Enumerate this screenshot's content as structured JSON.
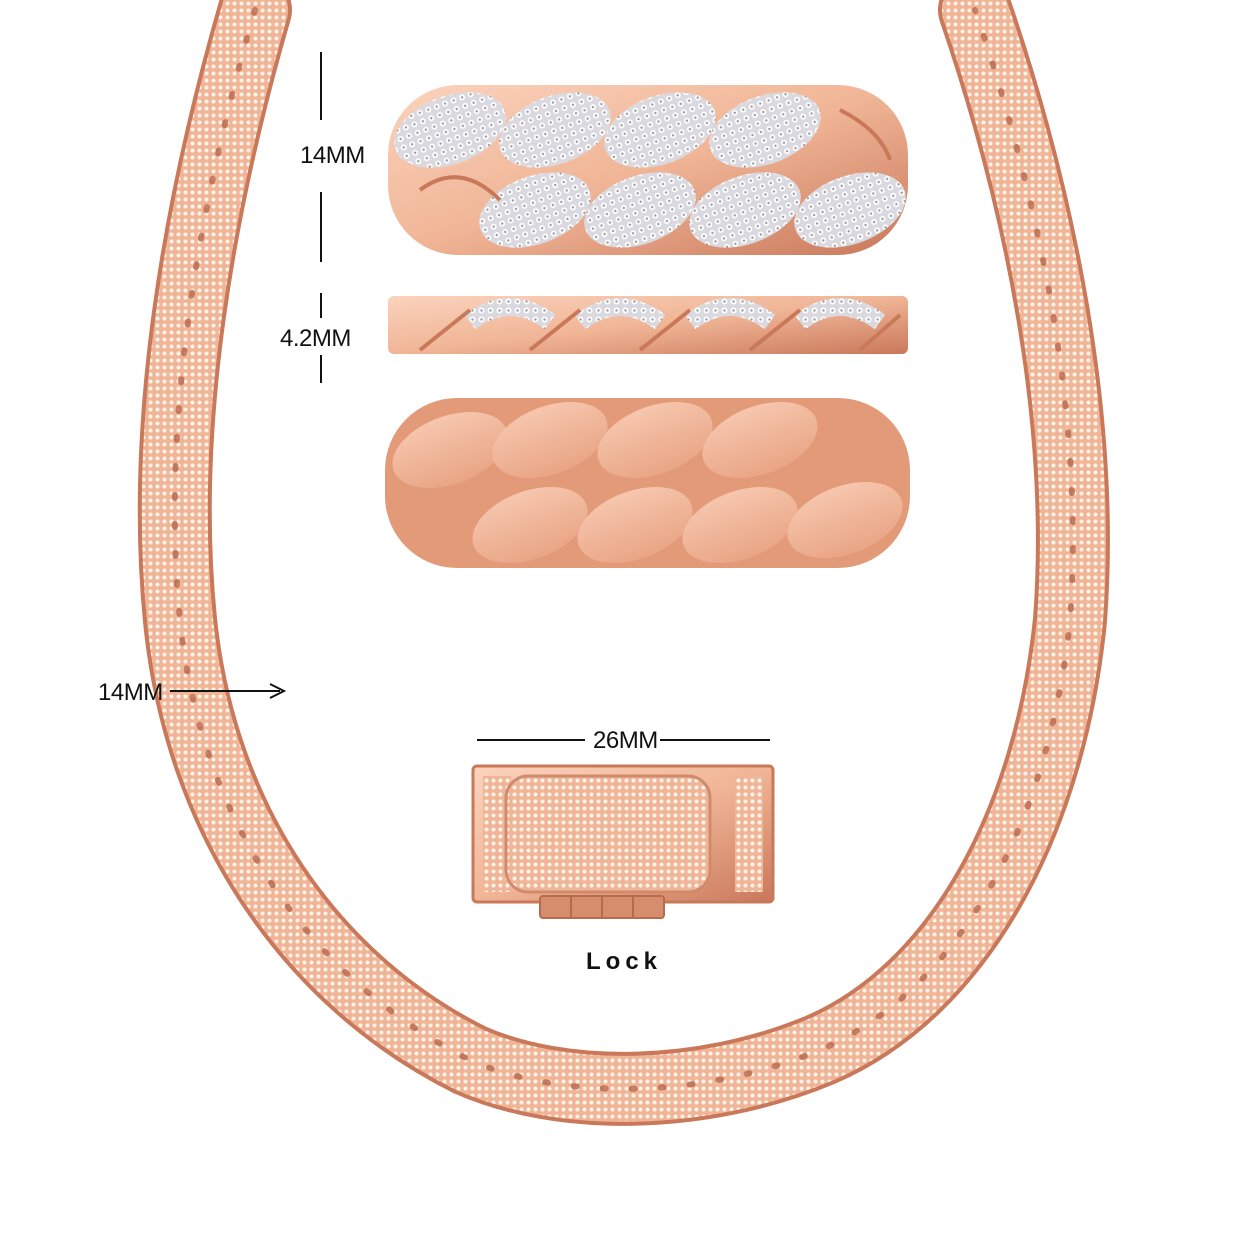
{
  "labels": {
    "top_height": "14MM",
    "thickness": "4.2MM",
    "chain_width": "14MM",
    "clasp_length": "26MM",
    "lock": "Lock"
  },
  "colors": {
    "rose_gold": "#f0b596",
    "rose_gold_light": "#fbd3bd",
    "rose_gold_dark": "#c9785a",
    "diamond": "#e8e8ec",
    "line": "#111111"
  },
  "icons": {
    "width_arrow": "arrow-right-icon",
    "dimension_lines": "dimension-line-icon"
  }
}
